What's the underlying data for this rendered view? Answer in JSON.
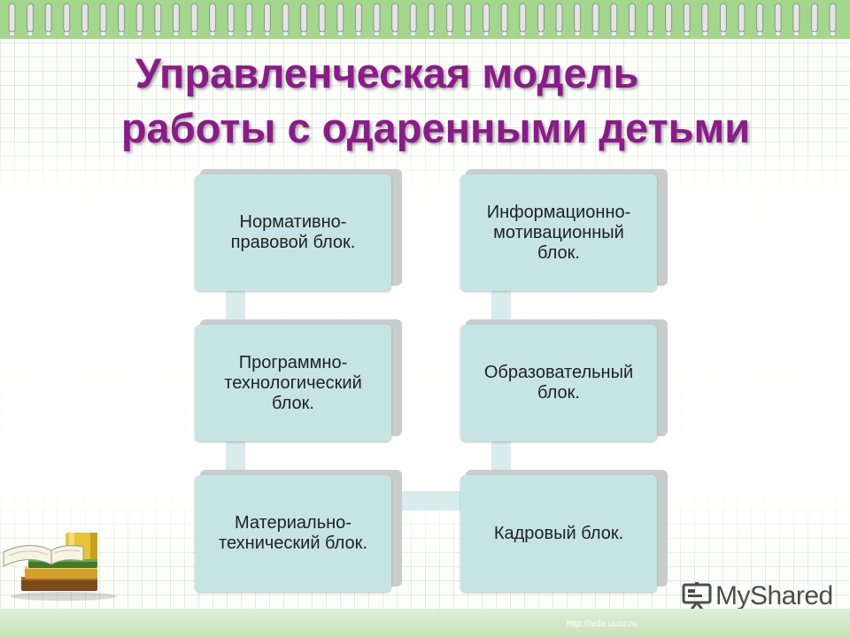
{
  "title": {
    "line1": "Управленческая модель",
    "line2": "работы с одаренными детьми"
  },
  "blocks": [
    {
      "label": "Нормативно-\nправовой блок."
    },
    {
      "label": "Программно-\nтехнологический\nблок."
    },
    {
      "label": "Материально-\nтехнический блок."
    },
    {
      "label": "Информационно-\nмотивационный\nблок."
    },
    {
      "label": "Образовательный\nблок."
    },
    {
      "label": "Кадровый блок."
    }
  ],
  "brand": {
    "name": "MyShared"
  },
  "footer": {
    "url": "http://aida.ucoz.ru"
  },
  "colors": {
    "title": "#8b1a8a",
    "box_fill": "#c6e4e3",
    "connector": "#d8ecec",
    "top_band": "#a3d88c"
  }
}
